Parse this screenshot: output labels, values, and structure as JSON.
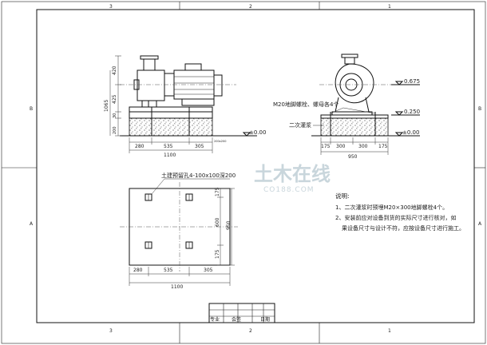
{
  "border": {
    "top_zones": [
      "3",
      "2",
      "1"
    ],
    "bottom_zones": [
      "3",
      "2",
      "1"
    ],
    "left_zones": [
      "B",
      "A"
    ],
    "right_zones": [
      "B",
      "A"
    ]
  },
  "side_view": {
    "height_dims": [
      "420",
      "425",
      "30",
      "200"
    ],
    "total_height": "1065",
    "base_dims": [
      "280",
      "535",
      "305"
    ],
    "total_width": "1100",
    "level": "±0.00",
    "small_note": "200x200"
  },
  "front_view": {
    "bolt_note": "M20地脚螺栓、螺母各4个",
    "grout_label": "二次灌浆",
    "levels": [
      "0.675",
      "0.250",
      "±0.00"
    ],
    "base_dims": [
      "175",
      "300",
      "300",
      "175"
    ],
    "total_width": "950"
  },
  "plan_view": {
    "hole_note": "土建预留孔4-100x100深200",
    "vert_dims": [
      "175",
      "600",
      "175"
    ],
    "total_height": "950",
    "base_dims": [
      "280",
      "535",
      "305"
    ],
    "total_width": "1100"
  },
  "notes": {
    "title": "说明:",
    "lines": [
      "1、二次灌浆时预埋M20×300地脚螺栓4个。",
      "2、安装前应对设备到货的实际尺寸进行核对，如",
      "果设备尺寸与设计不符，应按设备尺寸进行施工。"
    ]
  },
  "watermark": {
    "main": "土木在线",
    "sub": "CO188.COM"
  },
  "title_block": {
    "cells": [
      "专业",
      "会签",
      "日期"
    ]
  }
}
